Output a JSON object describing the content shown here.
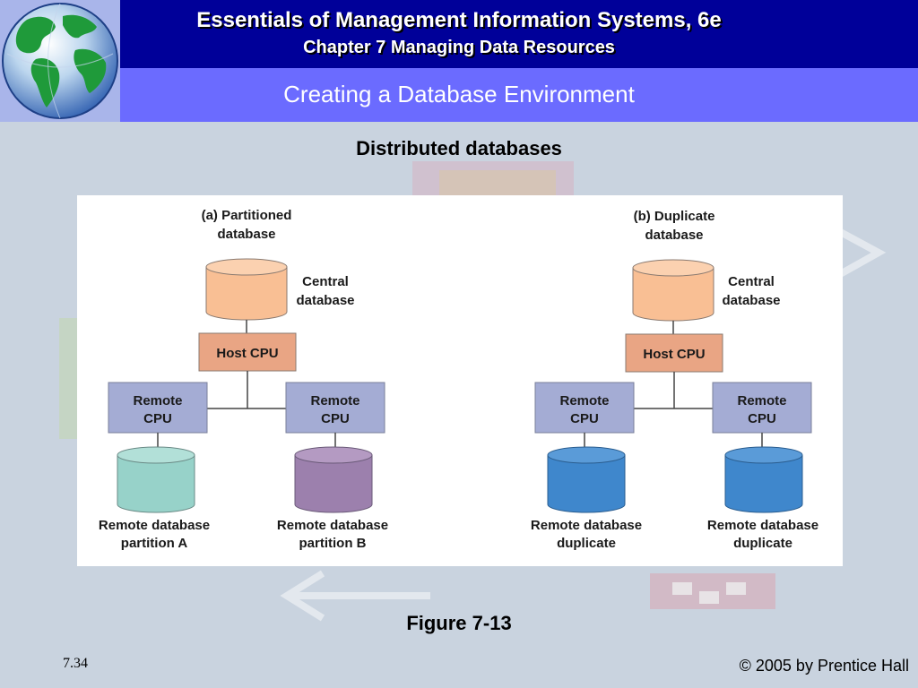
{
  "header": {
    "title": "Essentials of Management Information Systems, 6e",
    "chapter": "Chapter 7 Managing Data Resources",
    "subtitle": "Creating a Database Environment"
  },
  "slide": {
    "heading": "Distributed databases",
    "caption": "Figure 7-13",
    "page_number": "7.34",
    "copyright": "© 2005 by Prentice Hall"
  },
  "figure": {
    "panel_a": {
      "title_line1": "(a) Partitioned",
      "title_line2": "database",
      "central_line1": "Central",
      "central_line2": "database",
      "host": "Host CPU",
      "remote_left_line1": "Remote",
      "remote_left_line2": "CPU",
      "remote_right_line1": "Remote",
      "remote_right_line2": "CPU",
      "db_left_line1": "Remote database",
      "db_left_line2": "partition A",
      "db_right_line1": "Remote database",
      "db_right_line2": "partition B"
    },
    "panel_b": {
      "title_line1": "(b) Duplicate",
      "title_line2": "database",
      "central_line1": "Central",
      "central_line2": "database",
      "host": "Host CPU",
      "remote_left_line1": "Remote",
      "remote_left_line2": "CPU",
      "remote_right_line1": "Remote",
      "remote_right_line2": "CPU",
      "db_left_line1": "Remote database",
      "db_left_line2": "duplicate",
      "db_right_line1": "Remote database",
      "db_right_line2": "duplicate"
    }
  },
  "colors": {
    "header_dark": "#000099",
    "header_light": "#6b6bff",
    "central_db": "#f9bf94",
    "host_cpu": "#e9a584",
    "remote_cpu": "#a4acd4",
    "partition_a": "#97d2c9",
    "partition_b": "#9c80ad",
    "duplicate": "#3f87cc"
  },
  "icons": {
    "logo": "globe-icon"
  }
}
